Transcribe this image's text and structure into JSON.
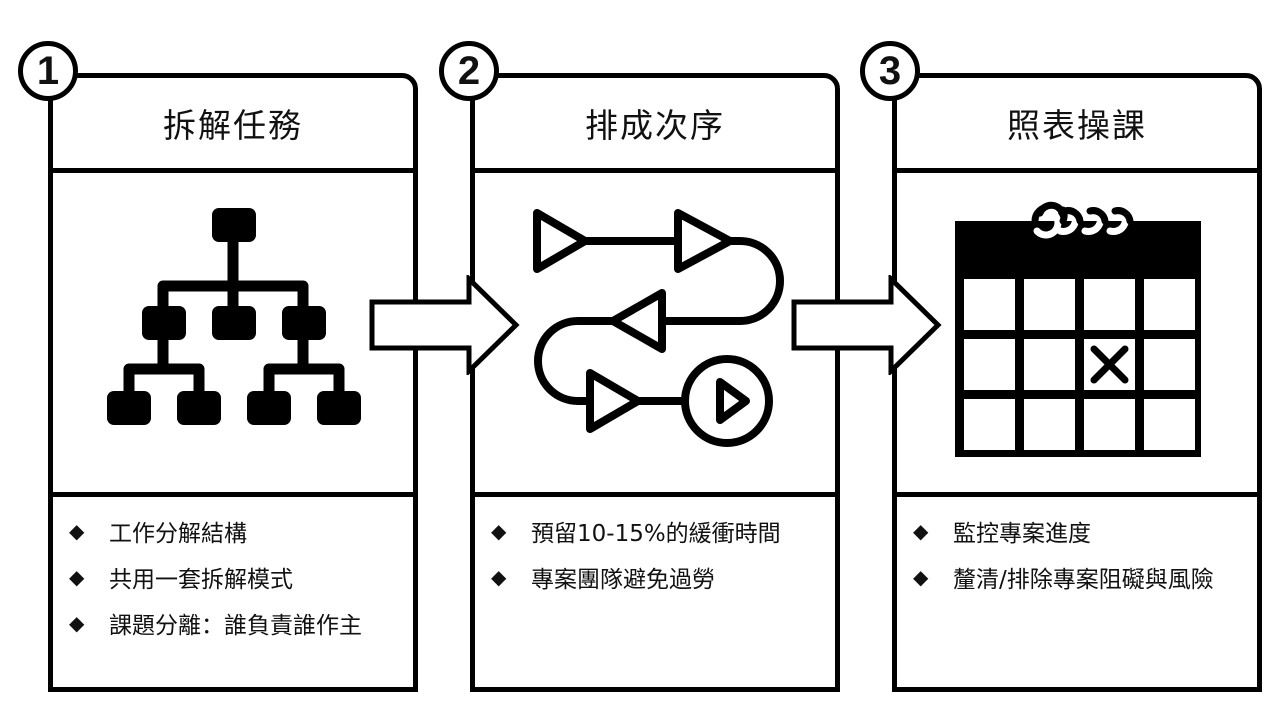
{
  "steps": [
    {
      "number": "1",
      "title": "拆解任務",
      "icon": "hierarchy-tree-icon",
      "bullets": [
        "工作分解結構",
        "共用一套拆解模式",
        "課題分離：誰負責誰作主"
      ]
    },
    {
      "number": "2",
      "title": "排成次序",
      "icon": "sequence-flow-icon",
      "bullets": [
        "預留10-15%的緩衝時間",
        "專案團隊避免過勞"
      ]
    },
    {
      "number": "3",
      "title": "照表操課",
      "icon": "calendar-icon",
      "bullets": [
        "監控專案進度",
        "釐清/排除專案阻礙與風險"
      ]
    }
  ],
  "bullet_marker": "◆",
  "connector_icon": "right-arrow-icon"
}
